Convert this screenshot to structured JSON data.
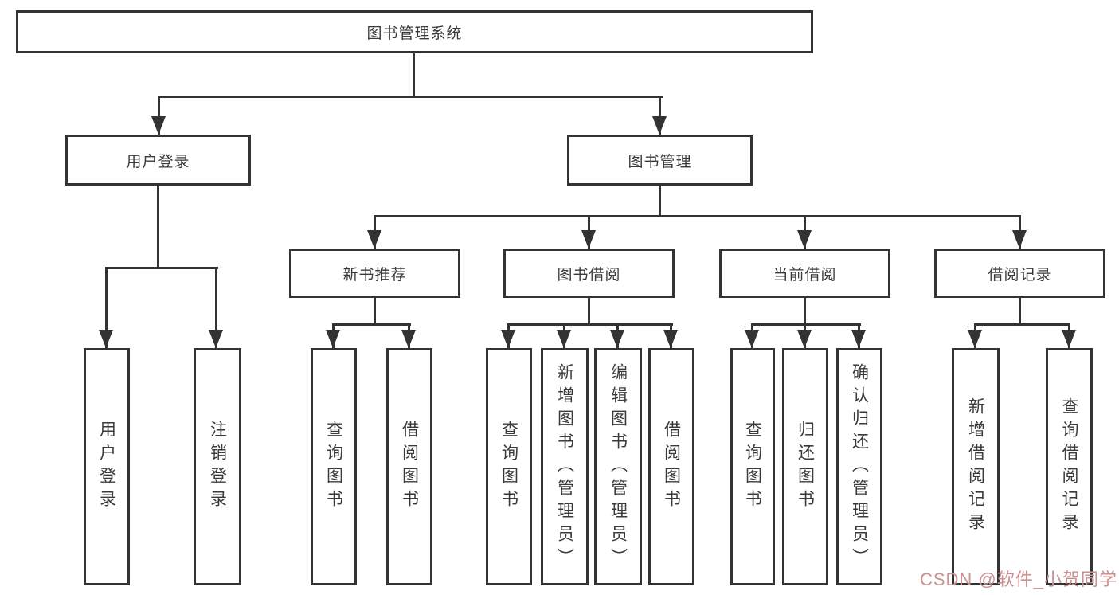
{
  "tree": {
    "root": {
      "label": "图书管理系统"
    },
    "level2": [
      {
        "label": "用户登录"
      },
      {
        "label": "图书管理"
      }
    ],
    "level3": [
      {
        "label": "新书推荐"
      },
      {
        "label": "图书借阅"
      },
      {
        "label": "当前借阅"
      },
      {
        "label": "借阅记录"
      }
    ],
    "leaves": {
      "user": [
        {
          "label": "用户登录"
        },
        {
          "label": "注销登录"
        }
      ],
      "newbook": [
        {
          "label": "查询图书"
        },
        {
          "label": "借阅图书"
        }
      ],
      "borrow": [
        {
          "label": "查询图书"
        },
        {
          "label": "新增图书（管理员）"
        },
        {
          "label": "编辑图书（管理员）"
        },
        {
          "label": "借阅图书"
        }
      ],
      "current": [
        {
          "label": "查询图书"
        },
        {
          "label": "归还图书"
        },
        {
          "label": "确认归还（管理员）"
        }
      ],
      "records": [
        {
          "label": "新增借阅记录"
        },
        {
          "label": "查询借阅记录"
        }
      ]
    }
  },
  "watermark": {
    "text": "CSDN @软件_小贺同学"
  },
  "colors": {
    "line": "#333333",
    "border": "#333333",
    "text": "#3a3a3a",
    "background": "#ffffff",
    "watermark": "#cc8f8f"
  }
}
